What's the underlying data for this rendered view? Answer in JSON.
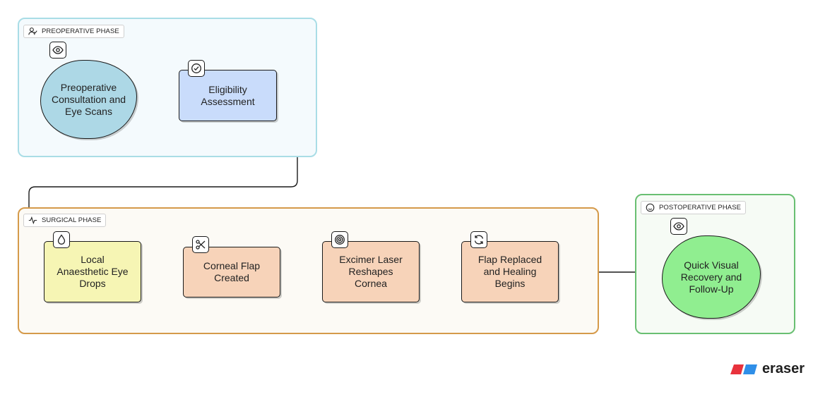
{
  "groups": {
    "preoperative": {
      "label": "PREOPERATIVE PHASE",
      "icon": "user-check-icon",
      "border": "#a9dde6",
      "fill": "#f4fafd"
    },
    "surgical": {
      "label": "SURGICAL PHASE",
      "icon": "activity-icon",
      "border": "#d59a4a",
      "fill": "#fcfaf5"
    },
    "postoperative": {
      "label": "POSTOPERATIVE PHASE",
      "icon": "smile-icon",
      "border": "#69bf72",
      "fill": "#f6fbf5"
    }
  },
  "nodes": {
    "consultation": {
      "text": "Preoperative\nConsultation and\nEye Scans",
      "icon": "eye-icon",
      "color": "#add8e6"
    },
    "eligibility": {
      "text": "Eligibility\nAssessment",
      "icon": "check-circle-icon",
      "color": "#c9dcfb"
    },
    "anaesthetic": {
      "text": "Local\nAnaesthetic Eye\nDrops",
      "icon": "droplet-icon",
      "color": "#f6f5b4"
    },
    "flap": {
      "text": "Corneal Flap\nCreated",
      "icon": "scissors-icon",
      "color": "#f7d3b9"
    },
    "laser": {
      "text": "Excimer Laser\nReshapes\nCornea",
      "icon": "target-icon",
      "color": "#f7d3b9"
    },
    "healing": {
      "text": "Flap Replaced\nand Healing\nBegins",
      "icon": "refresh-icon",
      "color": "#f7d3b9"
    },
    "recovery": {
      "text": "Quick Visual\nRecovery and\nFollow-Up",
      "icon": "eye-icon",
      "color": "#90ee90"
    }
  },
  "brand": {
    "name": "eraser",
    "colors": [
      "#e8323c",
      "#2f8fe8"
    ]
  }
}
